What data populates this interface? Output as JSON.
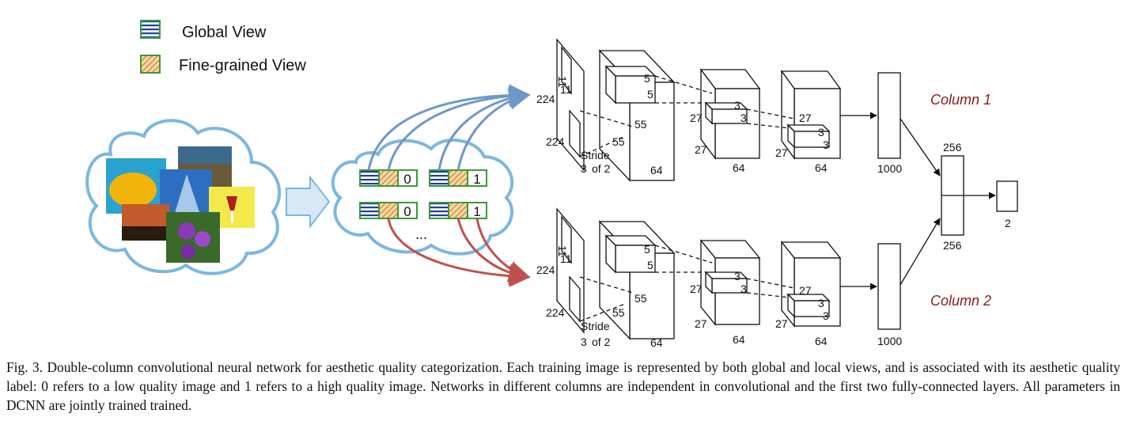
{
  "legend": [
    {
      "label": "Global View",
      "pattern": "stripes-blue"
    },
    {
      "label": "Fine-grained View",
      "pattern": "hatch-orange"
    }
  ],
  "view_labels": [
    "0",
    "1",
    "0",
    "1"
  ],
  "ellipsis": "...",
  "columns": [
    {
      "label": "Column 1",
      "input": {
        "height": "224",
        "width": "224",
        "depth": "3",
        "kernel_a": "11",
        "kernel_b": "11",
        "stride_line1": "Stride",
        "stride_line2": "of 2"
      },
      "conv1": {
        "kernel_a": "5",
        "kernel_b": "5",
        "size_a": "55",
        "size_b": "55",
        "depth": "64"
      },
      "conv2": {
        "kernel_a": "3",
        "kernel_b": "3",
        "size": "27",
        "depth": "64"
      },
      "conv3": {
        "kernel_a": "3",
        "kernel_b": "3",
        "size_a": "27",
        "size_b": "27",
        "depth": "64"
      },
      "fc": "1000"
    },
    {
      "label": "Column 2",
      "input": {
        "height": "224",
        "width": "224",
        "depth": "3",
        "kernel_a": "11",
        "kernel_b": "11",
        "stride_line1": "Stride",
        "stride_line2": "of 2"
      },
      "conv1": {
        "kernel_a": "5",
        "kernel_b": "5",
        "size_a": "55",
        "size_b": "55",
        "depth": "64"
      },
      "conv2": {
        "kernel_a": "3",
        "kernel_b": "3",
        "size": "27",
        "depth": "64"
      },
      "conv3": {
        "kernel_a": "3",
        "kernel_b": "3",
        "size_a": "27",
        "size_b": "27",
        "depth": "64"
      },
      "fc": "1000"
    }
  ],
  "merge": {
    "top": "256",
    "bottom": "256",
    "output": "2"
  },
  "colors": {
    "global_view": "#1f3fa0",
    "fine_view": "#e8a050",
    "view_border": "#3a9a3a",
    "arrow_blue": "#6e98c8",
    "arrow_red": "#c0504d",
    "cloud": "#7cb7e0",
    "column_label": "#8b1a1a"
  },
  "caption": "Fig. 3.  Double-column convolutional neural network for aesthetic quality categorization. Each training image is represented by both global and local views, and is associated with its aesthetic quality label: 0 refers to a low quality image and 1 refers to a high quality image. Networks in different columns are independent in convolutional and the first two fully-connected layers. All parameters in DCNN are jointly trained trained."
}
